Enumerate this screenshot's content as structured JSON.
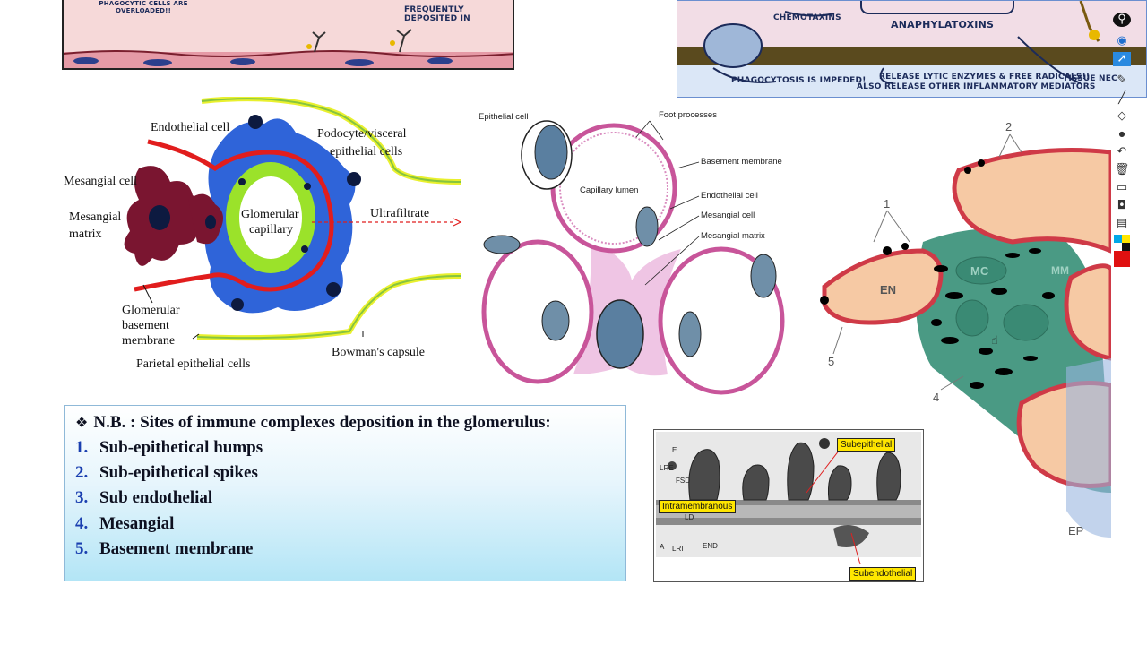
{
  "top_left_panel": {
    "caption_1": "PHAGOCYTIC CELLS ARE\nOVERLOADED!!",
    "caption_2": "FREQUENTLY DEPOSITED IN"
  },
  "top_right_panel": {
    "chemotaxins": "CHEMOTAXINS",
    "anaphylatoxins": "ANAPHYLATOXINS",
    "phagocytosis": "PHAGOCYTOSIS IS IMPEDED!",
    "release_1": "RELEASE LYTIC ENZYMES & FREE RADICALS!!",
    "release_2": "ALSO RELEASE OTHER INFLAMMATORY MEDIATORS",
    "tissue": "TISSUE NEC"
  },
  "diagram_left": {
    "endothelial_cell": "Endothelial cell",
    "podocyte_1": "Podocyte/visceral",
    "podocyte_2": "epithelial cells",
    "mesangial_cell": "Mesangial cell",
    "mesangial_matrix_1": "Mesangial",
    "mesangial_matrix_2": "matrix",
    "glomerular_capillary_1": "Glomerular",
    "glomerular_capillary_2": "capillary",
    "ultrafiltrate": "Ultrafiltrate",
    "gbm_1": "Glomerular",
    "gbm_2": "basement",
    "gbm_3": "membrane",
    "bowman": "Bowman's capsule",
    "parietal": "Parietal epithelial cells"
  },
  "diagram_center": {
    "epithelial_cell": "Epithelial cell",
    "foot_processes": "Foot processes",
    "basement_membrane": "Basement membrane",
    "capillary_lumen": "Capillary lumen",
    "endothelial_cell": "Endothelial cell",
    "mesangial_cell": "Mesangial cell",
    "mesangial_matrix": "Mesangial matrix"
  },
  "diagram_right": {
    "n1": "1",
    "n2": "2",
    "n4": "4",
    "n5": "5",
    "en": "EN",
    "mc": "MC",
    "mm": "MM",
    "ep": "EP"
  },
  "nb_box": {
    "title": "N.B. : Sites of immune complexes deposition in the glomerulus:",
    "bullet": "❖",
    "items": [
      {
        "num": "1.",
        "text": "Sub-epithetical humps"
      },
      {
        "num": "2.",
        "text": "Sub-epithetical spikes"
      },
      {
        "num": "3.",
        "text": "Sub endothelial"
      },
      {
        "num": "4.",
        "text": "Mesangial"
      },
      {
        "num": "5.",
        "text": "Basement membrane"
      }
    ]
  },
  "em_image": {
    "subepithelial": "Subepithelial",
    "intramembranous": "Intramembranous",
    "subendothelial": "Subendothelial",
    "e": "E",
    "lre": "LRE",
    "fsd": "FSD",
    "ld": "LD",
    "lri": "LRI",
    "end": "END",
    "a": "A"
  },
  "toolbar": {
    "tools": [
      "pin-icon",
      "eye-icon",
      "pointer-icon",
      "pencil-icon",
      "line-icon",
      "eraser-icon",
      "dot-icon",
      "undo-icon",
      "trash-icon",
      "whiteboard-icon",
      "camera-icon",
      "clipboard-icon",
      "color-palette-icon"
    ],
    "colors": [
      "#00a8e8",
      "#ffe600",
      "#111111",
      "#e01010"
    ]
  }
}
